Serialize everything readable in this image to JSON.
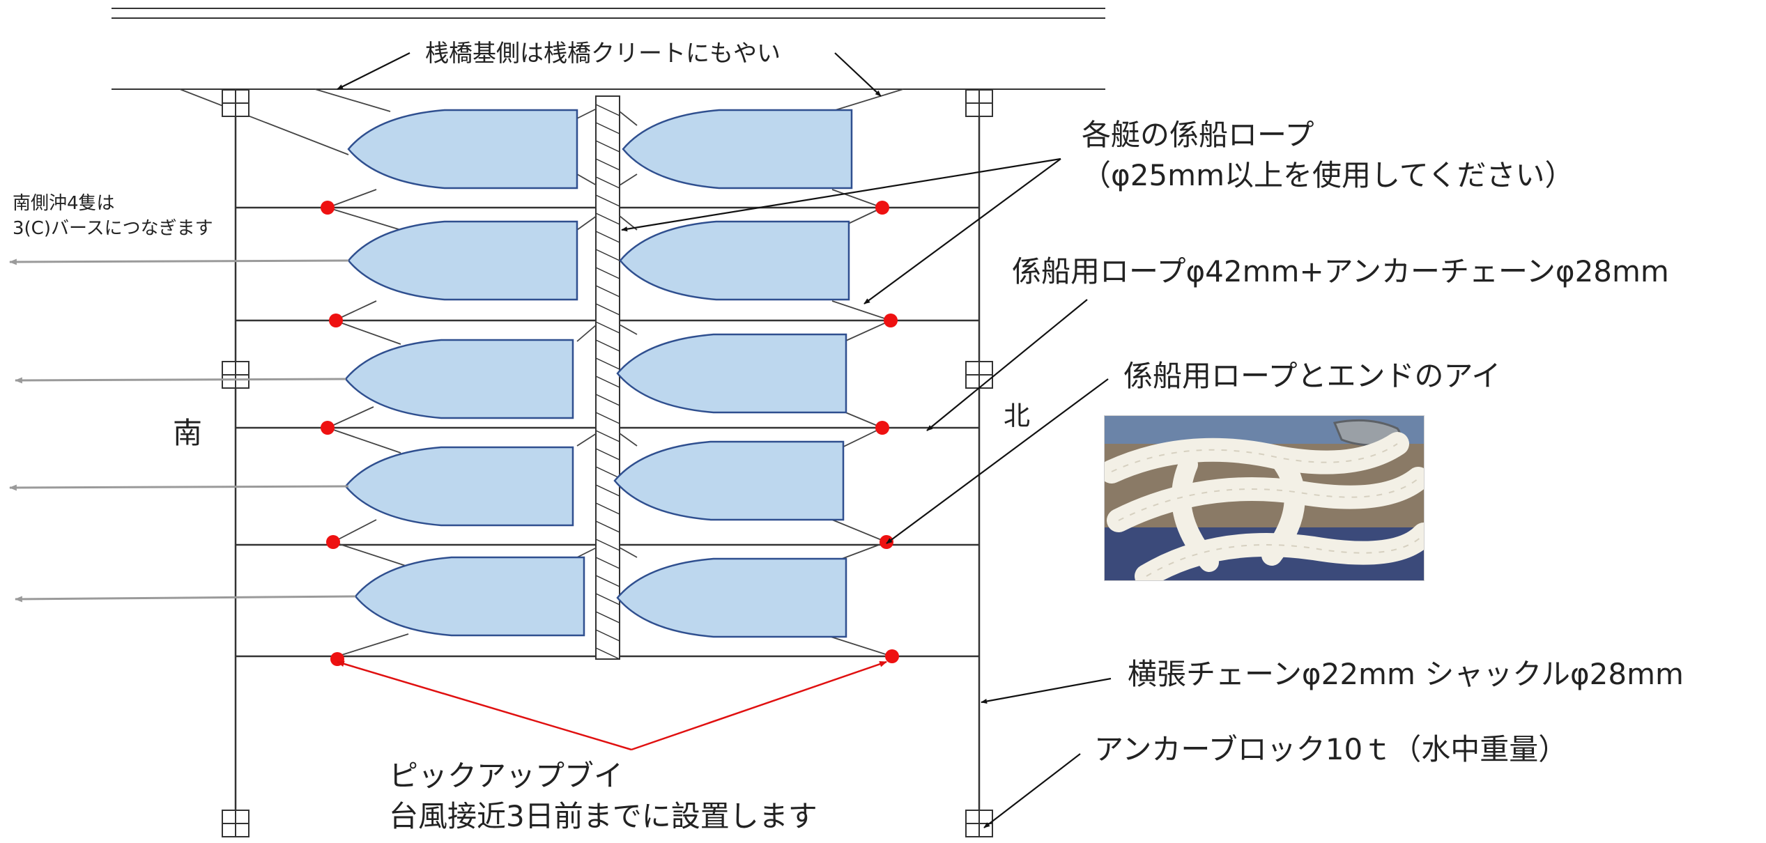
{
  "labels": {
    "pier_side": "桟橋基側は桟橋クリートにもやい",
    "south_note_1": "南側沖4隻は",
    "south_note_2": "3(C)バースにつなぎます",
    "boat_rope_1": "各艇の係船ロープ",
    "boat_rope_2": "（φ25mm以上を使用してください）",
    "mooring_rope_chain": "係船用ロープφ42mm+アンカーチェーンφ28mm",
    "rope_end_eye": "係船用ロープとエンドのアイ",
    "south": "南",
    "north": "北",
    "cross_chain": "横張チェーンφ22mm シャックルφ28mm",
    "anchor_block": "アンカーブロック10ｔ（水中重量）",
    "pickup_buoy_1": "ピックアップブイ",
    "pickup_buoy_2": "台風接近3日前までに設置します"
  },
  "colors": {
    "boat_fill": "#bdd7ee",
    "boat_stroke": "#2f4f8f",
    "buoy": "#ee1111",
    "leader": "#111111",
    "pickup_leader": "#e01010",
    "tow_arrow": "#9a9a9a",
    "line": "#333333"
  },
  "photo": {
    "icon": "coiled-rope-photo"
  }
}
